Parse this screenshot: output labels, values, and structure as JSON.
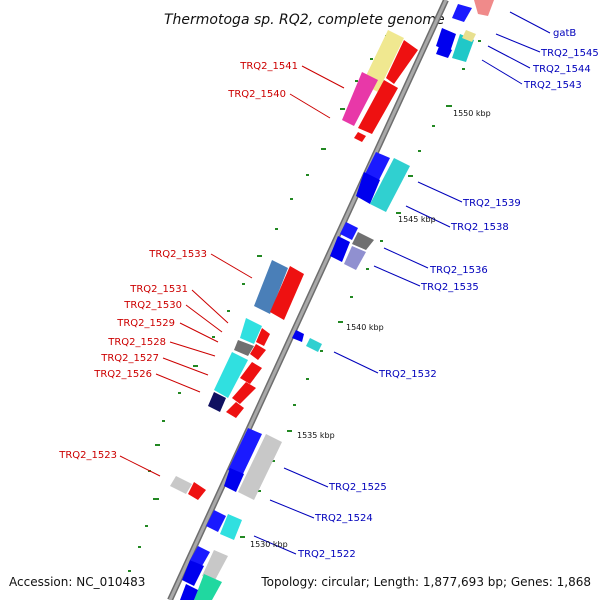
{
  "title": "Thermotoga sp. RQ2, complete genome",
  "footer": {
    "accession": "Accession: NC_010483",
    "topology": "Topology: circular; Length: 1,877,693 bp; Genes: 1,868"
  },
  "colors": {
    "backbone": "#8a8a8a",
    "label_reverse": "#cc0000",
    "label_forward": "#0000bb",
    "tick": "#228822"
  },
  "genes_left": [
    "TRQ2_1541",
    "TRQ2_1540",
    "TRQ2_1533",
    "TRQ2_1531",
    "TRQ2_1530",
    "TRQ2_1529",
    "TRQ2_1528",
    "TRQ2_1527",
    "TRQ2_1526",
    "TRQ2_1523"
  ],
  "genes_right": [
    "gatB",
    "TRQ2_1545",
    "TRQ2_1544",
    "TRQ2_1543",
    "TRQ2_1539",
    "TRQ2_1538",
    "TRQ2_1536",
    "TRQ2_1535",
    "TRQ2_1532",
    "TRQ2_1525",
    "TRQ2_1524",
    "TRQ2_1522"
  ],
  "ticks": [
    "1550 kbp",
    "1545 kbp",
    "1540 kbp",
    "1535 kbp",
    "1530 kbp"
  ]
}
